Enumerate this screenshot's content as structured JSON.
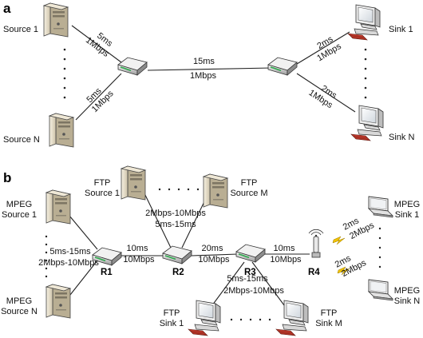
{
  "panel_a": {
    "label": "a",
    "source_1": "Source 1",
    "source_n": "Source N",
    "sink_1": "Sink 1",
    "sink_n": "Sink N",
    "link_src1_delay": "5ms",
    "link_src1_bw": "1Mbps",
    "link_srcn_delay": "5ms",
    "link_srcn_bw": "1Mbps",
    "link_core_delay": "15ms",
    "link_core_bw": "1Mbps",
    "link_sink1_delay": "2ms",
    "link_sink1_bw": "1Mbps",
    "link_sinkn_delay": "2ms",
    "link_sinkn_bw": "1Mbps"
  },
  "panel_b": {
    "label": "b",
    "ftp_source_1_l1": "FTP",
    "ftp_source_1_l2": "Source 1",
    "ftp_source_m_l1": "FTP",
    "ftp_source_m_l2": "Source M",
    "mpeg_source_1_l1": "MPEG",
    "mpeg_source_1_l2": "Source 1",
    "mpeg_source_n_l1": "MPEG",
    "mpeg_source_n_l2": "Source N",
    "mpeg_sink_1_l1": "MPEG",
    "mpeg_sink_1_l2": "Sink 1",
    "mpeg_sink_n_l1": "MPEG",
    "mpeg_sink_n_l2": "Sink N",
    "ftp_sink_1_l1": "FTP",
    "ftp_sink_1_l2": "Sink 1",
    "ftp_sink_m_l1": "FTP",
    "ftp_sink_m_l2": "Sink M",
    "r1": "R1",
    "r2": "R2",
    "r3": "R3",
    "r4": "R4",
    "ftp_src_bw": "2Mbps-10Mbps",
    "ftp_src_delay": "5ms-15ms",
    "mpeg_src_delay": "5ms-15ms",
    "mpeg_src_bw": "2Mbps-10Mbps",
    "r1r2_delay": "10ms",
    "r1r2_bw": "10Mbps",
    "r2r3_delay": "20ms",
    "r2r3_bw": "10Mbps",
    "r3r4_delay": "10ms",
    "r3r4_bw": "10Mbps",
    "ftp_sink_delay": "5ms-15ms",
    "ftp_sink_bw": "2Mbps-10Mbps",
    "wl1_delay": "2ms",
    "wl1_bw": "2Mbps",
    "wl2_delay": "2ms",
    "wl2_bw": "2Mbps"
  },
  "colors": {
    "tower_light": "#f0ead9",
    "tower_dark": "#c8bda3",
    "router_body": "#e4e4e4",
    "router_led": "#2aa84a",
    "keyboard": "#c0392b",
    "lightning": "#f2c200"
  }
}
